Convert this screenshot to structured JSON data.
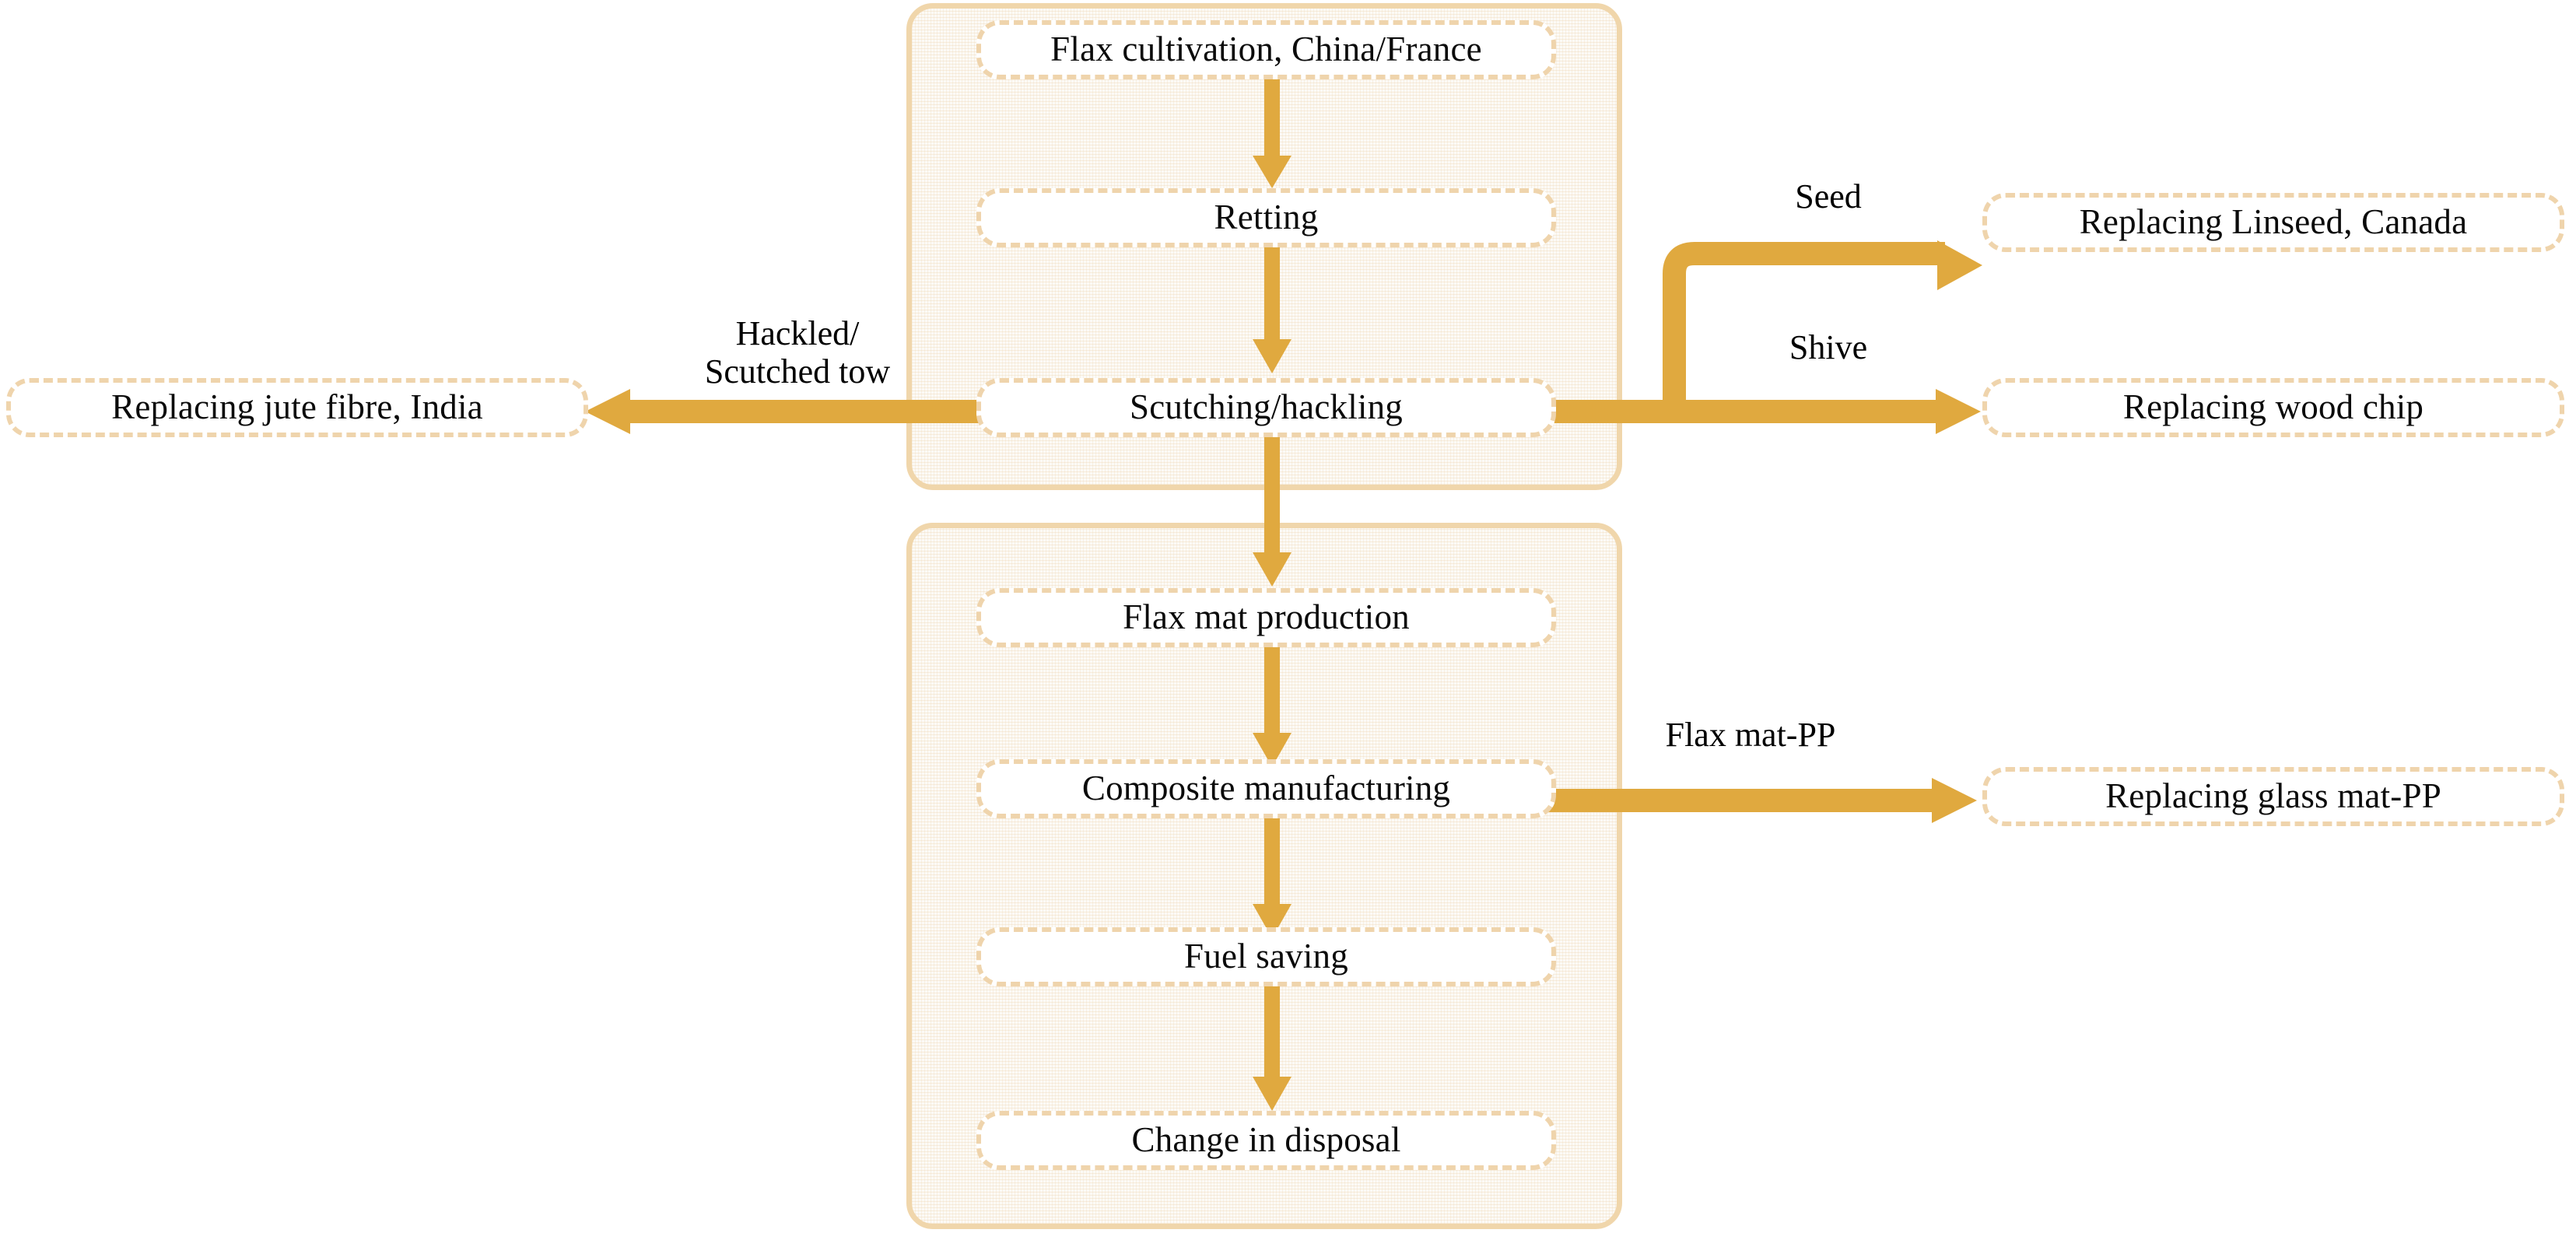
{
  "diagram": {
    "title": "Flax fibre composite life-cycle flow diagram",
    "colors": {
      "arrow": "#E0A93F",
      "node_border": "#EFD4AC",
      "group_border": "#F0D6AB",
      "group_fill": "#FCFAF6",
      "text": "#0b0b0b",
      "background": "#FFFFFF"
    },
    "groups": [
      {
        "id": "group-upstream",
        "label": ""
      },
      {
        "id": "group-downstream",
        "label": ""
      }
    ],
    "nodes": {
      "flax_cultivation": "Flax cultivation, China/France",
      "retting": "Retting",
      "scutching_hackling": "Scutching/hackling",
      "flax_mat_production": "Flax mat production",
      "composite_manufacturing": "Composite manufacturing",
      "fuel_saving": "Fuel saving",
      "change_in_disposal": "Change in disposal",
      "replacing_jute": "Replacing jute fibre, India",
      "replacing_linseed": "Replacing Linseed, Canada",
      "replacing_wood_chip": "Replacing wood chip",
      "replacing_glass_mat_pp": "Replacing glass mat-PP"
    },
    "edge_labels": {
      "hackled_scutched_tow": "Hackled/\nScutched tow",
      "seed": "Seed",
      "shive": "Shive",
      "flax_mat_pp": "Flax mat-PP"
    }
  },
  "chart_data": {
    "type": "table",
    "title": "Flax fibre composite life-cycle flow diagram",
    "flow": [
      {
        "from": "Flax cultivation, China/France",
        "to": "Retting",
        "label": ""
      },
      {
        "from": "Retting",
        "to": "Scutching/hackling",
        "label": ""
      },
      {
        "from": "Scutching/hackling",
        "to": "Replacing jute fibre, India",
        "label": "Hackled/Scutched tow"
      },
      {
        "from": "Scutching/hackling",
        "to": "Replacing Linseed, Canada",
        "label": "Seed"
      },
      {
        "from": "Scutching/hackling",
        "to": "Replacing wood chip",
        "label": "Shive"
      },
      {
        "from": "Scutching/hackling",
        "to": "Flax mat production",
        "label": ""
      },
      {
        "from": "Flax mat production",
        "to": "Composite manufacturing",
        "label": ""
      },
      {
        "from": "Composite manufacturing",
        "to": "Replacing glass mat-PP",
        "label": "Flax mat-PP"
      },
      {
        "from": "Composite manufacturing",
        "to": "Fuel saving",
        "label": ""
      },
      {
        "from": "Fuel saving",
        "to": "Change in disposal",
        "label": ""
      }
    ]
  }
}
